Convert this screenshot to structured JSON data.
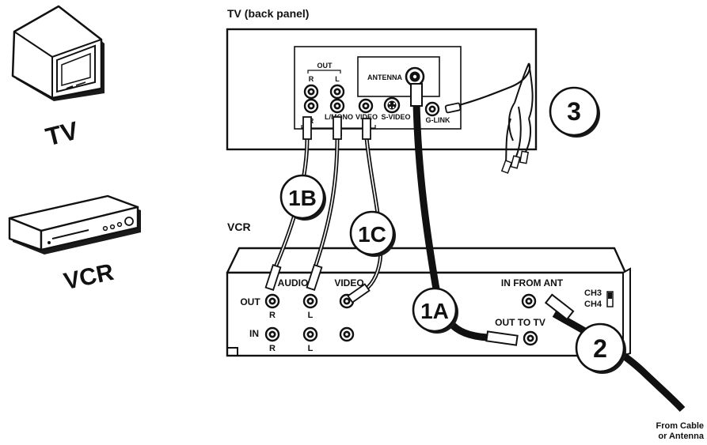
{
  "labels": {
    "tv_panel_title": "TV (back panel)",
    "vcr_title": "VCR",
    "tv_icon_caption": "TV",
    "vcr_icon_caption": "VCR",
    "tv_out": "OUT",
    "tv_out_r": "R",
    "tv_out_l": "L",
    "tv_in_r": "R",
    "tv_in_lmono": "L/MONO",
    "tv_in_video": "VIDEO",
    "tv_in_svideo": "S-VIDEO",
    "tv_in": "IN",
    "tv_antenna": "ANTENNA",
    "tv_glink": "G-LINK",
    "vcr_audio": "AUDIO",
    "vcr_video": "VIDEO",
    "vcr_out": "OUT",
    "vcr_in": "IN",
    "vcr_out_r": "R",
    "vcr_out_l": "L",
    "vcr_in_r": "R",
    "vcr_in_l": "L",
    "vcr_in_from_ant": "IN FROM ANT",
    "vcr_out_to_tv": "OUT TO TV",
    "vcr_ch3": "CH3",
    "vcr_ch4": "CH4",
    "source_line1": "From Cable",
    "source_line2": "or Antenna"
  },
  "callouts": {
    "c1a": "1A",
    "c1b": "1B",
    "c1c": "1C",
    "c2": "2",
    "c3": "3"
  },
  "icons": [
    "tv-illustration-icon",
    "vcr-illustration-icon",
    "rca-jack-icon",
    "s-video-jack-icon",
    "coax-connector-icon",
    "rca-plug-icon",
    "g-link-cable-icon"
  ],
  "colors": {
    "ink": "#111111",
    "paper": "#ffffff",
    "shadow": "#1a1a1a"
  }
}
